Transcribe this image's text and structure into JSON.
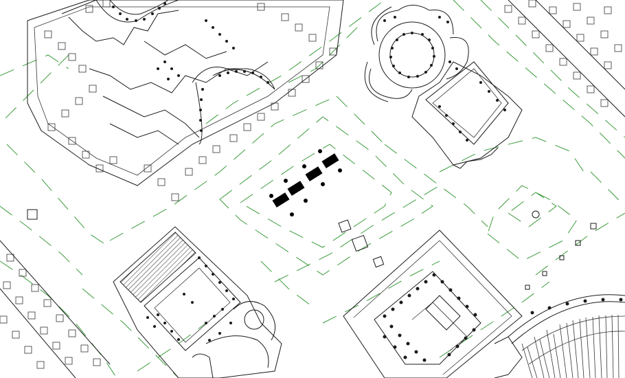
{
  "map": {
    "style": "architectural plan / Forma Urbis style line drawing",
    "colors": {
      "background": "#ffffff",
      "building_outline": "#1a1a1a",
      "street_line": "#3a9a3a",
      "statue_fill": "#000000"
    },
    "features": [
      {
        "kind": "complex",
        "icon": "plan-complex-icon",
        "name": ""
      },
      {
        "kind": "rotunda",
        "icon": "plan-rotunda-icon",
        "name": ""
      },
      {
        "kind": "plaza-monuments",
        "icon": "plan-monument-icon",
        "name": ""
      },
      {
        "kind": "temple-portico",
        "icon": "plan-portico-icon",
        "name": ""
      },
      {
        "kind": "theater",
        "icon": "plan-theater-icon",
        "name": ""
      }
    ]
  }
}
